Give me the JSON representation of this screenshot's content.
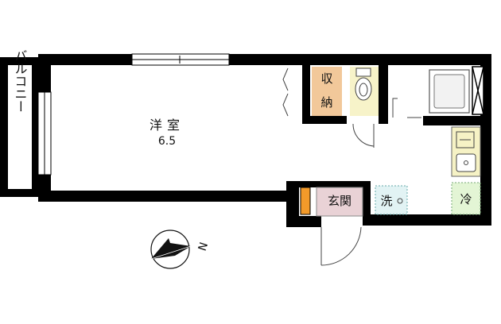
{
  "rooms": {
    "balcony": "バルコニー",
    "western_room": "洋室",
    "western_room_size": "6.5",
    "closet": "収納",
    "entrance": "玄関",
    "washer": "洗",
    "fridge": "冷"
  },
  "compass": {
    "north_label": "N"
  },
  "colors": {
    "closet_fill": "#f2c89a",
    "toilet_fill": "#f7f3c9",
    "entrance_fill": "#e9d2d6",
    "shoe_box_fill": "#f39a2a",
    "washer_fill": "#e2f3f4",
    "fridge_fill": "#e3f5d5",
    "kitchen_fill": "#f6f2c5",
    "wall": "#000000"
  },
  "icons": [
    "compass-icon",
    "toilet-icon",
    "bathtub-icon",
    "sink-icon",
    "door-swing-icon",
    "window-icon"
  ]
}
